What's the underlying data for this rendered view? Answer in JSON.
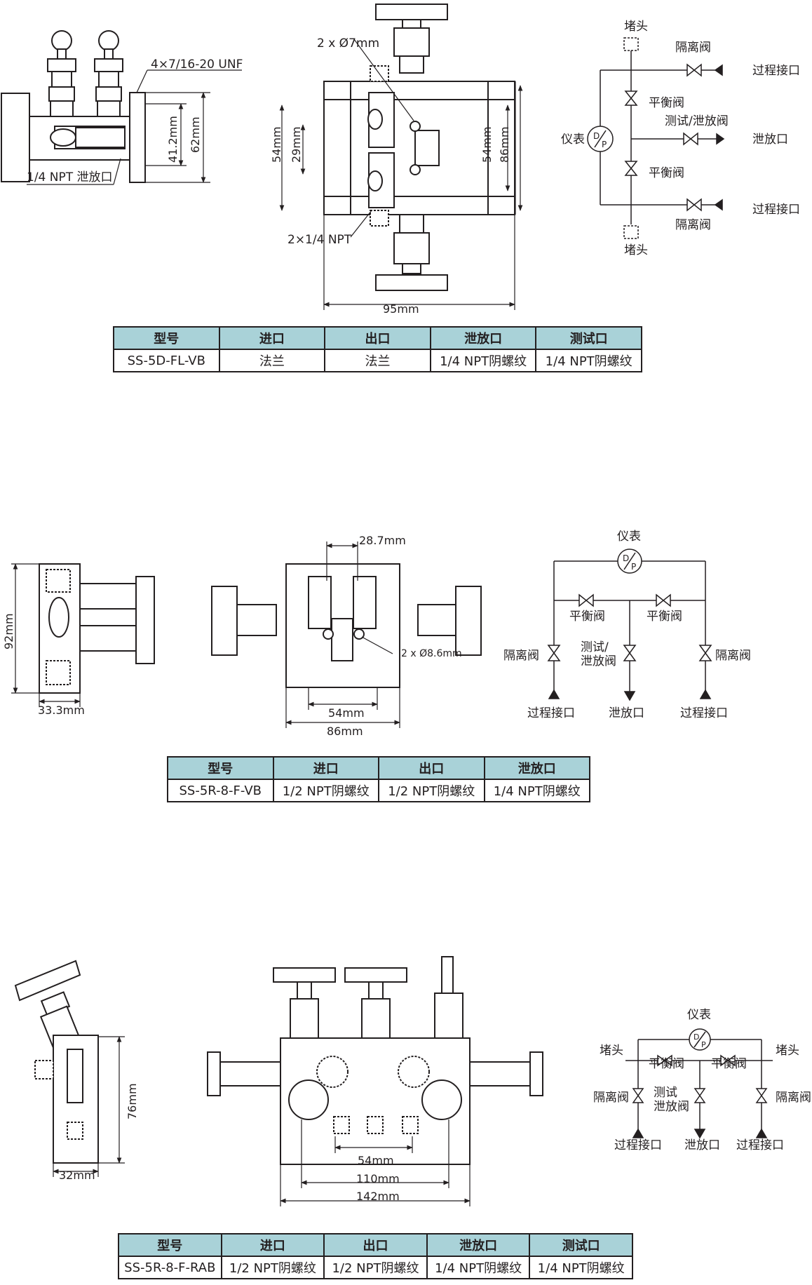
{
  "colors": {
    "header_bg": "#a9d2d8",
    "line": "#231f20",
    "drawing_fill": "#ffffff"
  },
  "section1": {
    "dims": {
      "thread": "4×7/16-20 UNF",
      "drain_port": "1/4 NPT 泄放口",
      "d41": "41.2mm",
      "d62": "62mm",
      "hole": "2 x Ø7mm",
      "d54a": "54mm",
      "d29": "29mm",
      "d54b": "54mm",
      "d86": "86mm",
      "npt": "2×1/4 NPT",
      "d95": "95mm"
    },
    "schematic": {
      "plug_top": "堵头",
      "iso_top": "隔离阀",
      "proc_top": "过程接口",
      "bal_top": "平衡阀",
      "test": "测试/泄放阀",
      "meter": "仪表",
      "vent": "泄放口",
      "bal_bot": "平衡阀",
      "proc_bot": "过程接口",
      "iso_bot": "隔离阀",
      "plug_bot": "堵头",
      "dp_d": "D",
      "dp_p": "P"
    },
    "table": {
      "headers": [
        "型号",
        "进口",
        "出口",
        "泄放口",
        "测试口"
      ],
      "row": [
        "SS-5D-FL-VB",
        "法兰",
        "法兰",
        "1/4 NPT阴螺纹",
        "1/4 NPT阴螺纹"
      ]
    }
  },
  "section2": {
    "dims": {
      "d92": "92mm",
      "d33": "33.3mm",
      "d287": "28.7mm",
      "hole": "2 x Ø8.6mm",
      "d54": "54mm",
      "d86": "86mm"
    },
    "schematic": {
      "meter": "仪表",
      "bal_l": "平衡阀",
      "bal_r": "平衡阀",
      "iso_l": "隔离阀",
      "test1": "测试/",
      "test2": "泄放阀",
      "iso_r": "隔离阀",
      "proc_l": "过程接口",
      "vent": "泄放口",
      "proc_r": "过程接口",
      "dp_d": "D",
      "dp_p": "P"
    },
    "table": {
      "headers": [
        "型号",
        "进口",
        "出口",
        "泄放口"
      ],
      "row": [
        "SS-5R-8-F-VB",
        "1/2 NPT阴螺纹",
        "1/2 NPT阴螺纹",
        "1/4 NPT阴螺纹"
      ]
    }
  },
  "section3": {
    "dims": {
      "d76": "76mm",
      "d32": "32mm",
      "d54": "54mm",
      "d110": "110mm",
      "d142": "142mm"
    },
    "schematic": {
      "meter": "仪表",
      "plug_l": "堵头",
      "plug_r": "堵头",
      "bal_l": "平衡阀",
      "bal_r": "平衡阀",
      "iso_l": "隔离阀",
      "test1": "测试",
      "test2": "泄放阀",
      "iso_r": "隔离阀",
      "proc_l": "过程接口",
      "vent": "泄放口",
      "proc_r": "过程接口",
      "dp_d": "D",
      "dp_p": "P"
    },
    "table": {
      "headers": [
        "型号",
        "进口",
        "出口",
        "泄放口",
        "测试口"
      ],
      "row": [
        "SS-5R-8-F-RAB",
        "1/2 NPT阴螺纹",
        "1/2 NPT阴螺纹",
        "1/4 NPT阴螺纹",
        "1/4 NPT阴螺纹"
      ]
    }
  }
}
